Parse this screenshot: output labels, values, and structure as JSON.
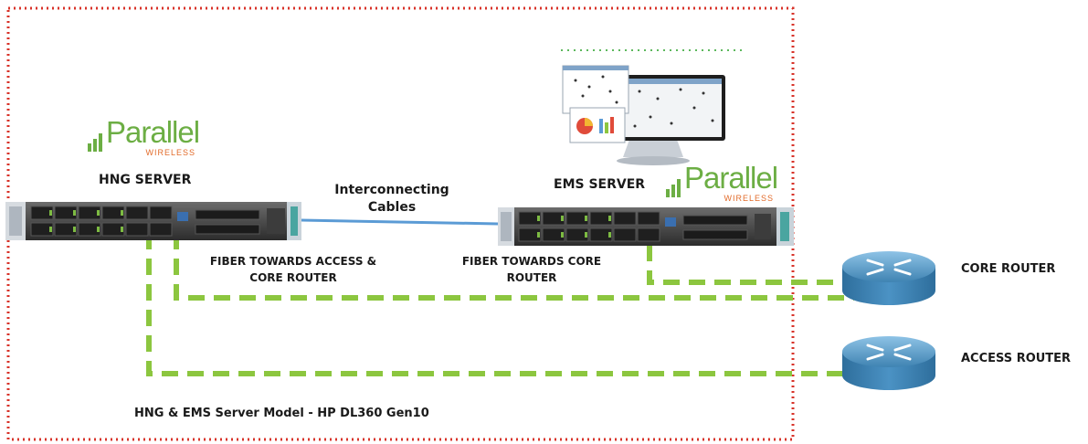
{
  "logos": [
    {
      "brand": "Parallel",
      "sub": "WIRELESS"
    },
    {
      "brand": "Parallel",
      "sub": "WIRELESS"
    }
  ],
  "labels": {
    "hng_server": "HNG SERVER",
    "ems_server": "EMS SERVER",
    "interconnect_line1": "Interconnecting",
    "interconnect_line2": "Cables",
    "fiber_access_line1": "FIBER TOWARDS ACCESS &",
    "fiber_access_line2": "CORE  ROUTER",
    "fiber_core_line1": "FIBER TOWARDS CORE",
    "fiber_core_line2": "ROUTER",
    "core_router": "CORE ROUTER",
    "access_router": "ACCESS  ROUTER",
    "model": "HNG & EMS Server Model - HP DL360 Gen10"
  },
  "colors": {
    "boundary": "#d8332a",
    "fiber": "#8cc63f",
    "interconnect": "#5b9bd5",
    "router": "#3f83b2",
    "brand_green": "#6cae44",
    "brand_orange": "#e26b2a"
  },
  "icons": [
    "server-icon",
    "router-icon",
    "monitor-icon"
  ]
}
